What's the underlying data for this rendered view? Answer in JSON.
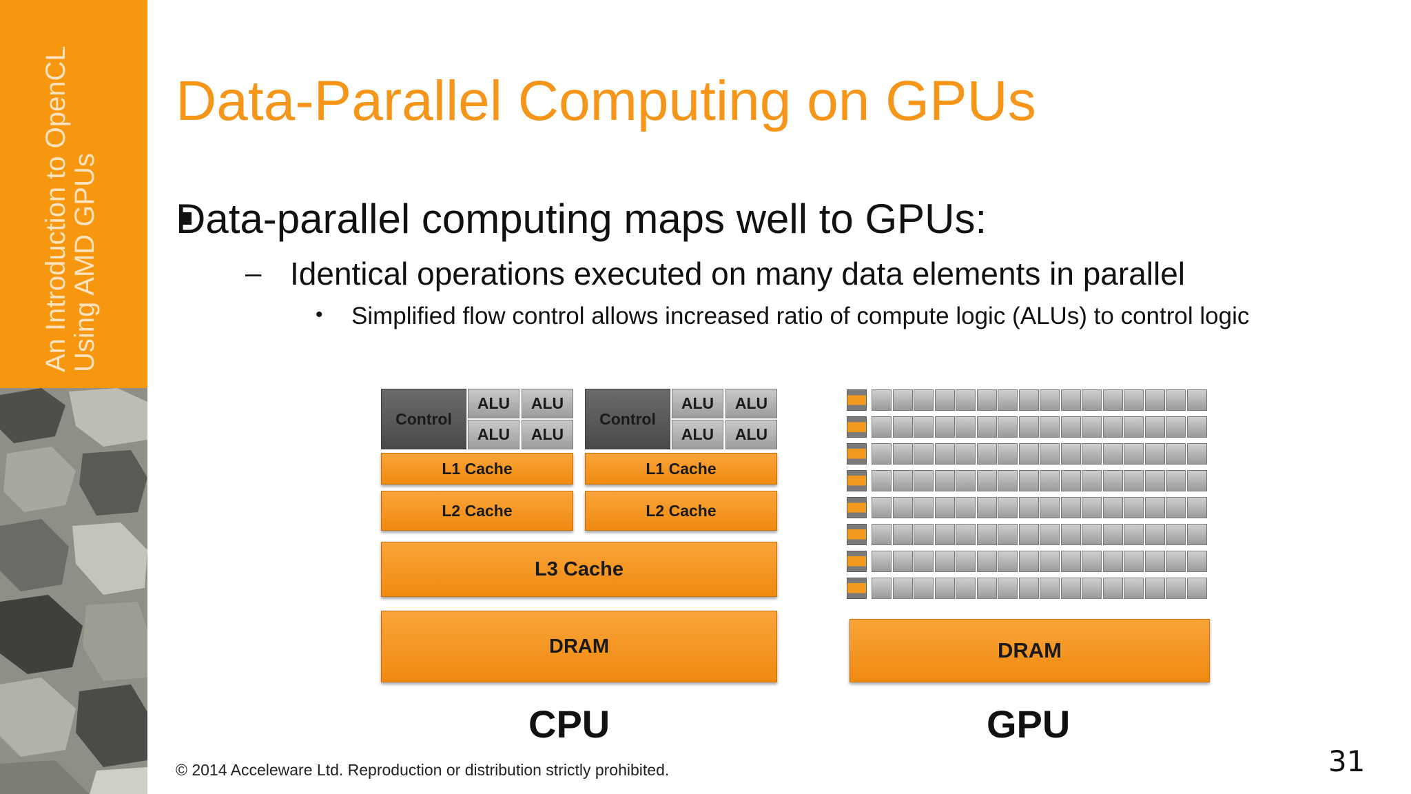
{
  "sidebar": {
    "line1": "An Introduction to OpenCL",
    "line2": "Using AMD GPUs"
  },
  "title": "Data-Parallel Computing on GPUs",
  "bullets": {
    "level1": "Data-parallel computing maps well to GPUs:",
    "level2_marker": "–",
    "level2": "Identical operations executed on many data elements in parallel",
    "level3_marker": "•",
    "level3": "Simplified flow control allows increased ratio of compute logic (ALUs) to control logic"
  },
  "cpu": {
    "control": "Control",
    "alu": "ALU",
    "l1": "L1 Cache",
    "l2": "L2 Cache",
    "l3": "L3 Cache",
    "dram": "DRAM",
    "caption": "CPU"
  },
  "gpu": {
    "dram": "DRAM",
    "caption": "GPU",
    "rows": 8,
    "cols": 16
  },
  "footer": "© 2014 Acceleware Ltd. Reproduction or distribution strictly prohibited.",
  "page_number": "31",
  "colors": {
    "accent": "#f7960f",
    "title": "#f5961a",
    "control": "#555555",
    "alu": "#b3b3b3"
  }
}
